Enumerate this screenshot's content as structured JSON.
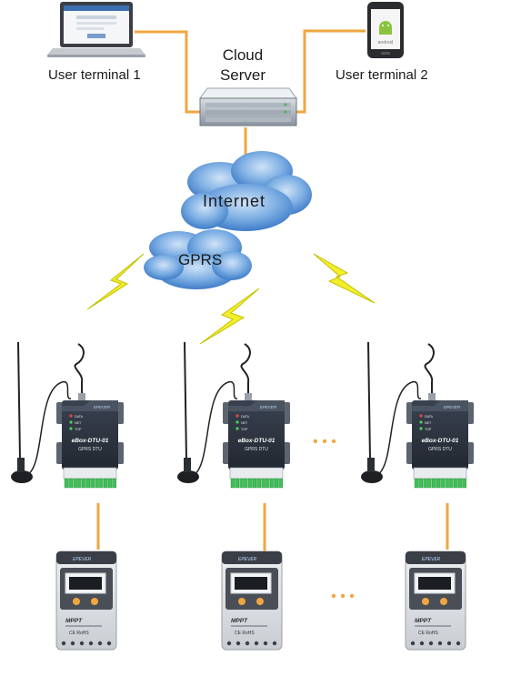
{
  "terminals": {
    "user1": "User terminal 1",
    "user2": "User terminal 2"
  },
  "server": {
    "line1": "Cloud",
    "line2": "Server"
  },
  "network": {
    "internet": "Internet",
    "gprs": "GPRS"
  },
  "dtu": {
    "model": "eBox-DTU-01",
    "subtitle": "GPRS DTU",
    "brand": "EPEVER",
    "leds": [
      "DATA",
      "NET",
      "TOP"
    ]
  },
  "controller": {
    "brand": "EPEVER",
    "mppt": "MPPT",
    "mark": "CE RoHS"
  },
  "ellipsis": "• • •",
  "colors": {
    "link": "#f0a640",
    "cloud": "#5b95d6",
    "bolt": "#f2ee2b",
    "device_body": "#2d3440",
    "terminal_block": "#3fbf57"
  }
}
